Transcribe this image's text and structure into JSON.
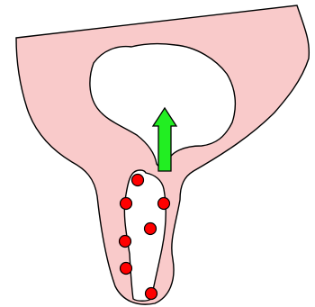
{
  "diagram": {
    "colors": {
      "background": "#ffffff",
      "tissue_fill": "#f9caca",
      "outline": "#000000",
      "cavity_fill": "#ffffff",
      "dot_fill": "#ff0000",
      "arrow_fill": "#22ee22",
      "arrow_stroke": "#000000"
    },
    "dots": [
      {
        "side": "left",
        "count": 4
      },
      {
        "side": "right",
        "count": 3
      }
    ],
    "arrow": {
      "direction": "up"
    }
  }
}
